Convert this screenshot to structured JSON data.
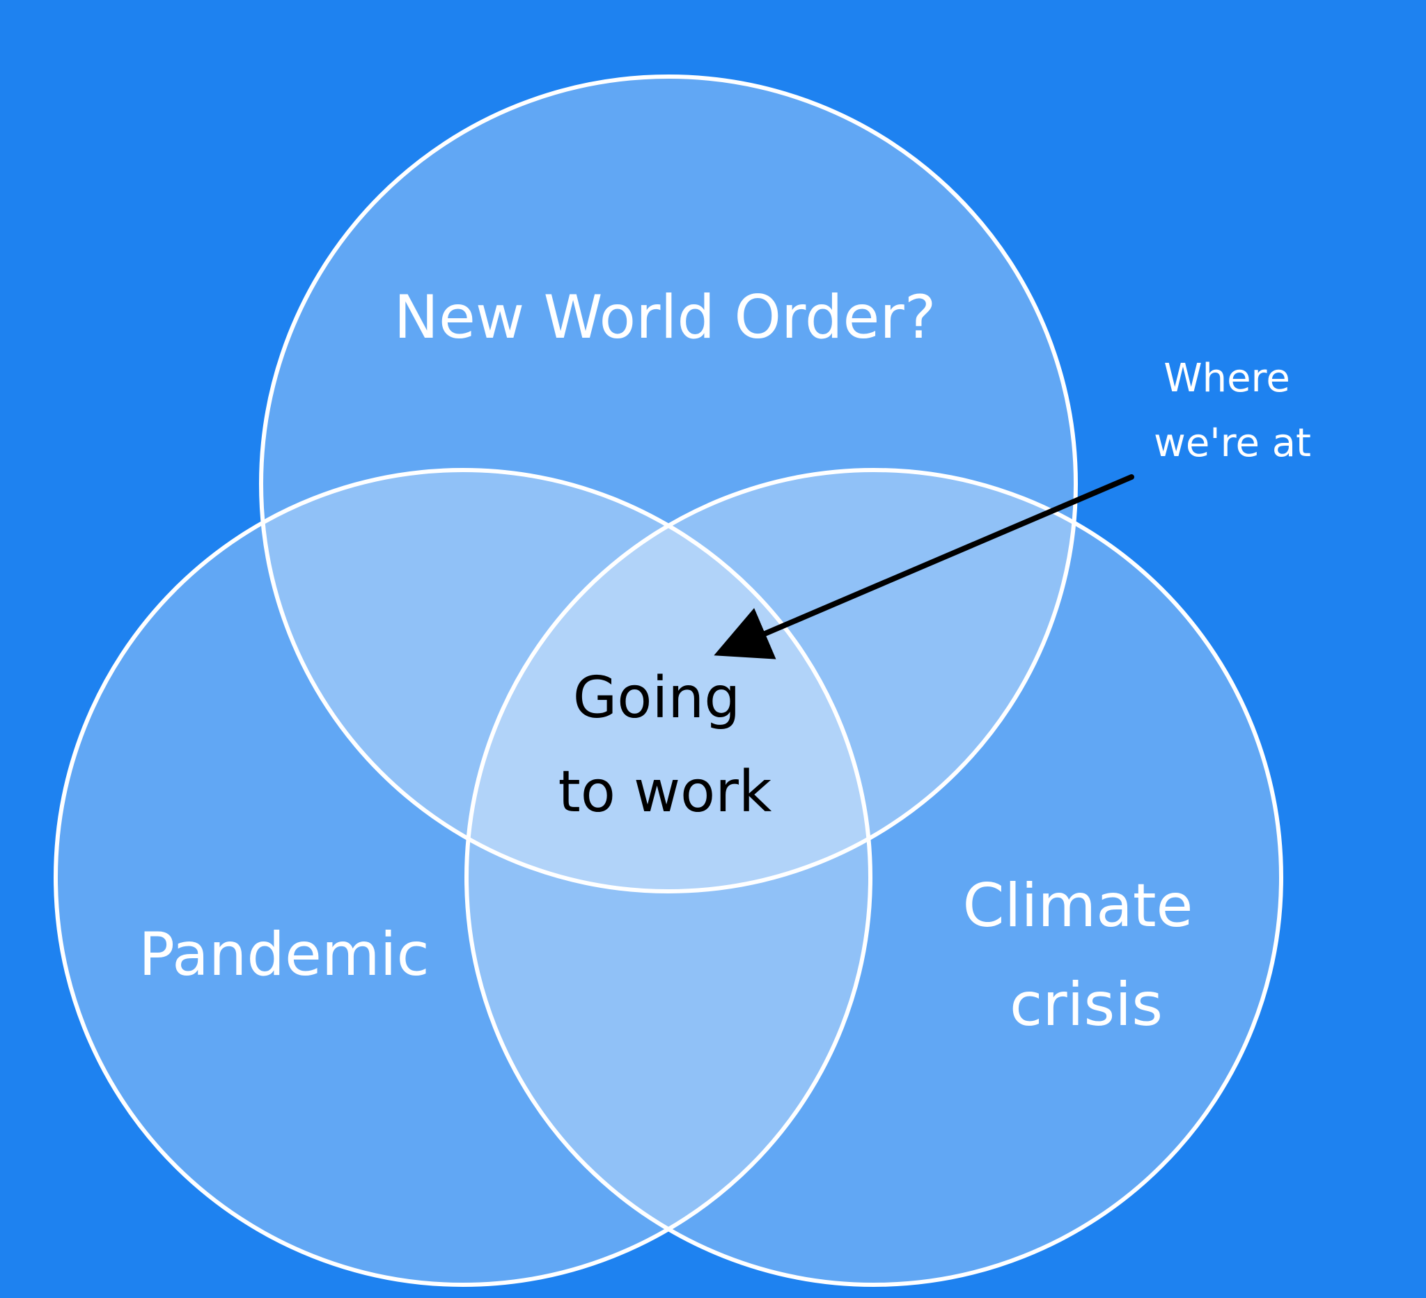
{
  "colors": {
    "background": "#1E82F0",
    "circle_fill": "#ffffff",
    "circle_stroke": "#ffffff",
    "arrow": "#000000"
  },
  "sets": {
    "top": "New World Order?",
    "left": "Pandemic",
    "right_line1": "Climate",
    "right_line2": "crisis"
  },
  "center": {
    "line1": "Going",
    "line2": "to work"
  },
  "annotation": {
    "line1": "Where",
    "line2": "we're at"
  }
}
